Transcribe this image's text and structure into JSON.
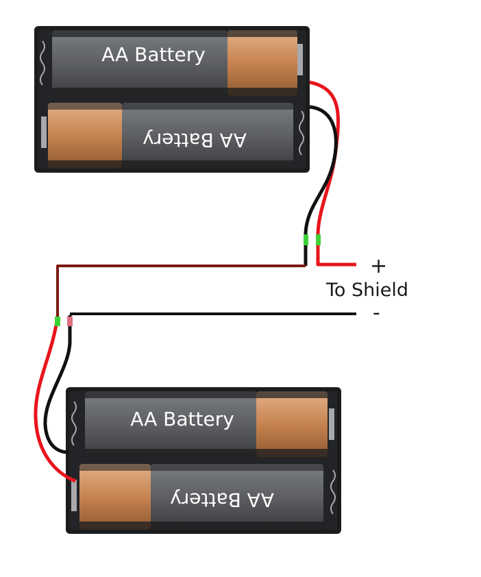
{
  "diagram": {
    "holders": [
      {
        "cells": [
          {
            "label": "AA Battery"
          },
          {
            "label": "AA Battery"
          }
        ]
      },
      {
        "cells": [
          {
            "label": "AA Battery"
          },
          {
            "label": "AA Battery"
          }
        ]
      }
    ],
    "output": {
      "plus": "+",
      "minus": "-",
      "label": "To Shield"
    },
    "colors": {
      "holder": "#1b1c1e",
      "cell_gray": "#5e6063",
      "cell_gray_light": "#76797d",
      "cell_copper": "#c7834f",
      "cell_copper_light": "#deab80",
      "red_wire": "#e8141c",
      "dark_red_wire": "#7a1a10",
      "black_wire": "#111111",
      "joint_green": "#3fd13a",
      "joint_pink": "#e07080"
    }
  }
}
